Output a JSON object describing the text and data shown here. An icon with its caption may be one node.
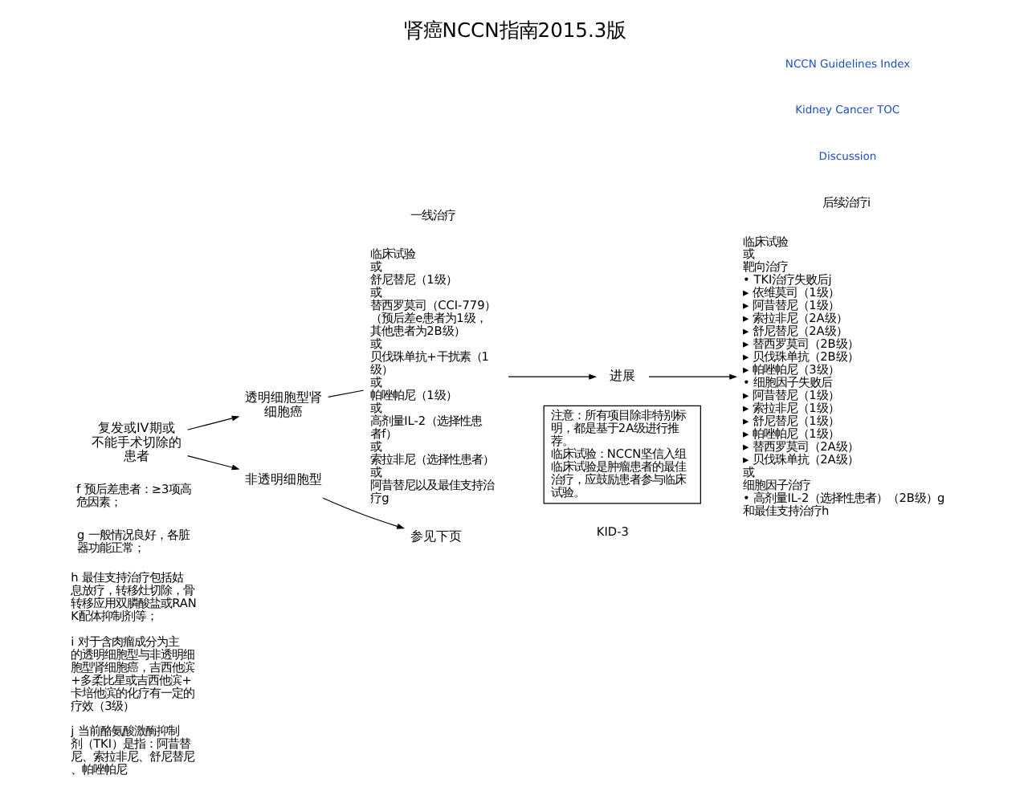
{
  "diagram": {
    "title": "肾癌NCCN指南2015.3版",
    "nodes": [
      {
        "text": [
          "复发或IV期或不能手术切除的患者"
        ]
      },
      {
        "text": [
          "透明细胞型肾细胞癌"
        ]
      },
      {
        "text": [
          "临床试验",
          "或",
          "舒尼替尼（1级）",
          "或",
          "替西罗莫司（CCI-779）（预后差e患者为1级，其他患者为2B级）",
          "或",
          "贝伐珠单抗+干扰素（1级）",
          "或",
          "帕唑帕尼（1级）",
          "或",
          "高剂量IL-2（选择性患者f）",
          "或",
          "索拉非尼（选择性患者）",
          "或",
          "阿昔替尼以及最佳支持治疗g"
        ]
      },
      {
        "text": [
          "进展"
        ]
      },
      {
        "text": [
          "临床试验",
          "或",
          "靶向治疗",
          "• TKI治疗失败后j",
          "▸ 依维莫司（1级）",
          "▸ 阿昔替尼（1级）",
          "▸ 索拉非尼（2A级）",
          "▸ 舒尼替尼（2A级）",
          "▸ 替西罗莫司（2B级）",
          "▸ 贝伐珠单抗（2B级）",
          "▸ 帕唑帕尼（3级）",
          "• 细胞因子失败后",
          "▸ 阿昔替尼（1级）",
          "▸ 索拉非尼（1级）",
          "▸ 舒尼替尼（1级）",
          "▸ 帕唑帕尼（1级）",
          "▸ 替西罗莫司（2A级）",
          "▸ 贝伐珠单抗（2A级）",
          "或",
          "细胞因子治疗",
          "• 高剂量IL-2（选择性患者）（2B级）g",
          "和最佳支持治疗h"
        ]
      },
      {
        "text": [
          "非透明细胞型"
        ]
      },
      {
        "text": [
          "参见下页"
        ]
      },
      {
        "text": [
          "注意：所有项目除非特别标明，都是基于2A级进行推荐。",
          "临床试验：NCCN坚信入组临床试验是肿瘤患者的最佳治疗，应鼓励患者参与临床试验。"
        ]
      }
    ],
    "edges": [
      {
        "from": 0,
        "to": 1,
        "arrow": "to"
      },
      {
        "from": 0,
        "to": 5,
        "arrow": "to"
      },
      {
        "from": 1,
        "to": 2,
        "arrow": "none"
      },
      {
        "from": 2,
        "to": 3,
        "arrow": "to"
      },
      {
        "from": 3,
        "to": 4,
        "arrow": "to"
      },
      {
        "from": 5,
        "to": 6,
        "arrow": "to"
      }
    ],
    "labels": [
      "NCCN Guidelines Index",
      "Kidney Cancer TOC",
      "Discussion",
      "一线治疗",
      "后续治疗i",
      "f 预后差患者：≥3项高危因素；",
      "g 一般情况良好，各脏器功能正常；",
      "h 最佳支持治疗包括姑息放疗，转移灶切除，骨转移应用双膦酸盐或RANK配体抑制剂等；",
      "i 对于含肉瘤成分为主的透明细胞型与非透明细胞型肾细胞癌，吉西他滨+多柔比星或吉西他滨+卡培他滨的化疗有一定的疗效（3级）",
      "j 当前酪氨酸激酶抑制剂（TKI）是指：阿昔替尼、索拉非尼、舒尼替尼、帕唑帕尼",
      "KID-3"
    ]
  }
}
